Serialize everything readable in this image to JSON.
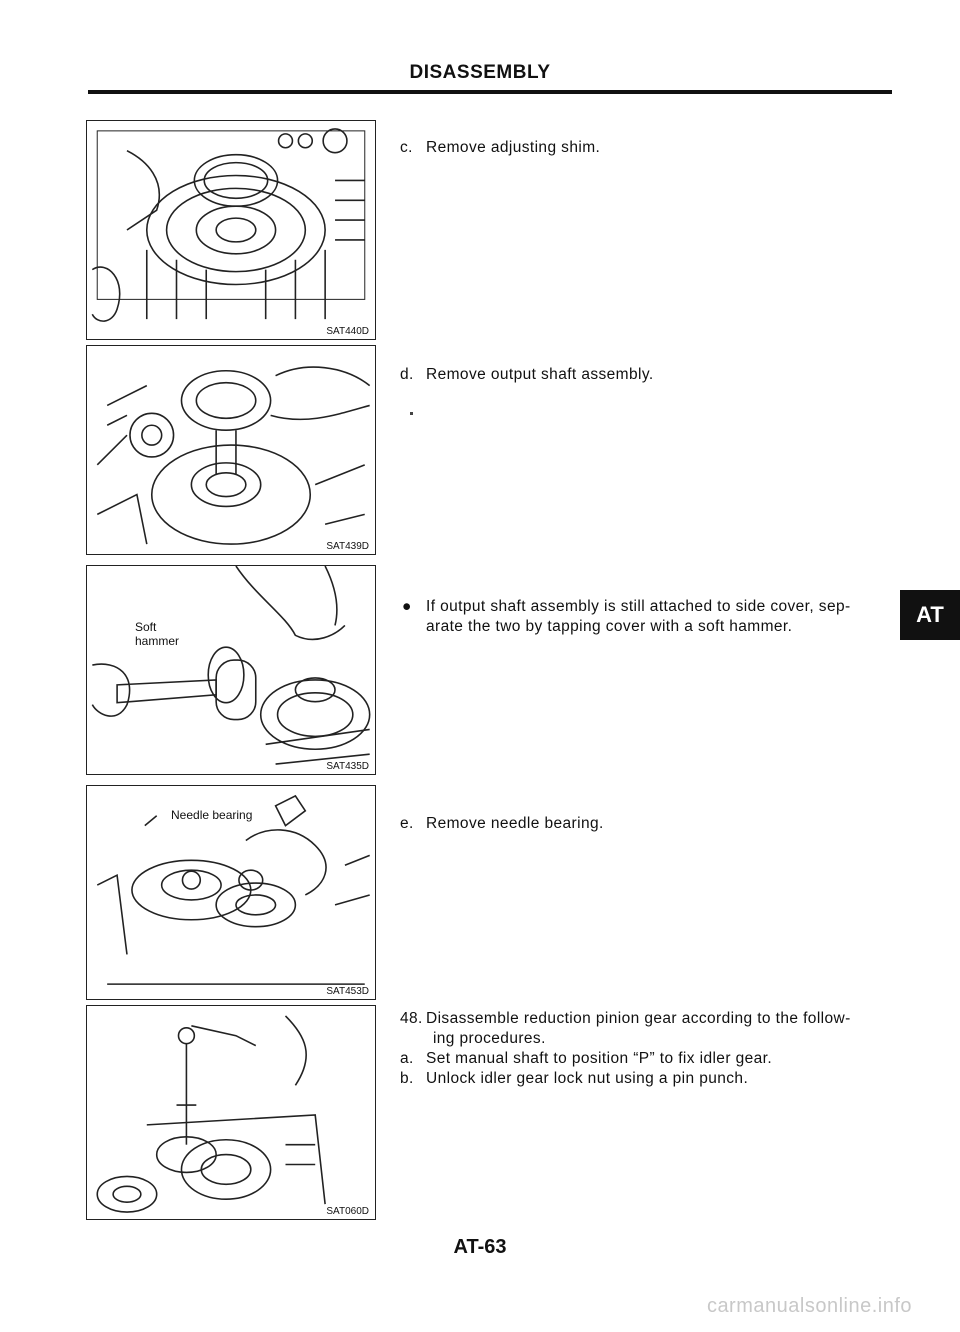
{
  "header": {
    "title": "DISASSEMBLY"
  },
  "figures": [
    {
      "code": "SAT440D"
    },
    {
      "code": "SAT439D"
    },
    {
      "code": "SAT435D",
      "callout": "Soft\nhammer"
    },
    {
      "code": "SAT453D",
      "callout": "Needle bearing"
    },
    {
      "code": "SAT060D"
    }
  ],
  "steps": {
    "c": {
      "label": "c.",
      "text": "Remove adjusting shim."
    },
    "d": {
      "label": "d.",
      "text": "Remove output shaft assembly."
    },
    "bullet": {
      "symbol": "●",
      "text": "If output shaft assembly is still attached to side cover, sep-\narate the two by tapping cover with a soft hammer."
    },
    "e": {
      "label": "e.",
      "text": "Remove needle bearing."
    },
    "s48": {
      "label": "48.",
      "text": "Disassemble reduction pinion gear according to the follow-\n       ing procedures."
    },
    "a": {
      "label": "a.",
      "text": "Set manual shaft to position “P” to fix idler gear."
    },
    "b": {
      "label": "b.",
      "text": "Unlock idler gear lock nut using a pin punch."
    }
  },
  "side_tab": {
    "label": "AT"
  },
  "footer": {
    "page_number": "AT-63"
  },
  "watermark": {
    "text": "carmanualsonline.info"
  }
}
